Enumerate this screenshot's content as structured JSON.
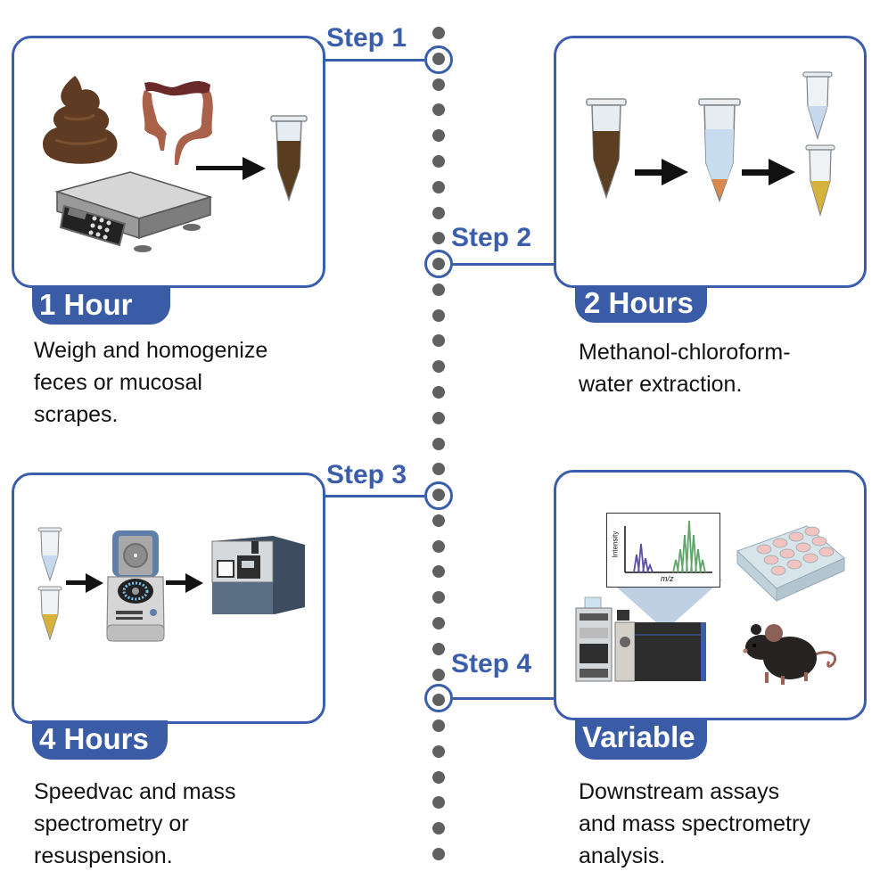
{
  "colors": {
    "accent_blue": "#3a5eab",
    "tab_blue": "#3a5ba5",
    "dot_gray": "#606060",
    "text": "#111111"
  },
  "timeline": {
    "dot_count": 33,
    "ring_positions": [
      "step1",
      "step2",
      "step3",
      "step4"
    ]
  },
  "steps": [
    {
      "step_label": "Step 1",
      "duration": "1 Hour",
      "description_lines": [
        "Weigh and homogenize",
        "feces or mucosal",
        "scrapes."
      ],
      "illustration_icons": [
        "feces-icon",
        "colon-icon",
        "weighing-scale-icon",
        "arrow-right-icon",
        "microtube-brown-icon"
      ]
    },
    {
      "step_label": "Step 2",
      "duration": "2 Hours",
      "description_lines": [
        "Methanol-chloroform-",
        "water extraction."
      ],
      "illustration_icons": [
        "microtube-brown-icon",
        "arrow-right-icon",
        "microtube-biphasic-icon",
        "arrow-right-icon",
        "microtube-blue-icon",
        "microtube-yellow-icon"
      ]
    },
    {
      "step_label": "Step 3",
      "duration": "4 Hours",
      "description_lines": [
        "Speedvac and mass",
        "spectrometry or",
        "resuspension."
      ],
      "illustration_icons": [
        "microtube-blue-icon",
        "microtube-yellow-icon",
        "arrow-right-icon",
        "speedvac-centrifuge-icon",
        "arrow-right-icon",
        "mass-spectrometer-icon"
      ]
    },
    {
      "step_label": "Step 4",
      "duration": "Variable",
      "description_lines": [
        "Downstream assays",
        "and mass spectrometry",
        "analysis."
      ],
      "illustration_icons": [
        "mass-spectrum-plot-icon",
        "lc-ms-instrument-icon",
        "well-plate-icon",
        "mouse-icon"
      ],
      "spectrum_inset": {
        "ylabel": "Intensity",
        "xlabel": "m/z"
      }
    }
  ]
}
